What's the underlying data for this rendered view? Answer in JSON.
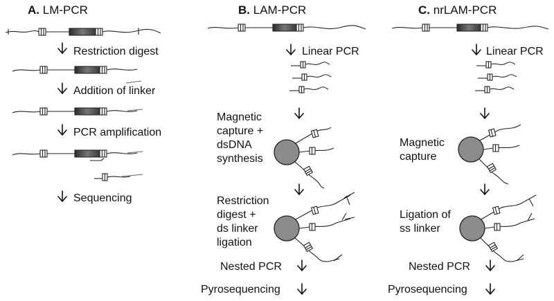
{
  "panels": [
    {
      "letter": "A.",
      "title": "LM-PCR",
      "steps": [
        "Restriction digest",
        "Addition of linker",
        "PCR amplification",
        "Sequencing"
      ]
    },
    {
      "letter": "B.",
      "title": "LAM-PCR",
      "steps": [
        "Linear PCR",
        "Magnetic\ncapture +\ndsDNA\nsynthesis",
        "Restriction\ndigest +\nds linker\nligation",
        "Nested PCR",
        "Pyrosequencing"
      ]
    },
    {
      "letter": "C.",
      "title": "nrLAM-PCR",
      "steps": [
        "Linear PCR",
        "Magnetic\ncapture",
        "Ligation of\nss linker",
        "Nested PCR",
        "Pyrosequencing"
      ]
    }
  ],
  "colors": {
    "bead": "#8c8c8c",
    "insert": "#555555",
    "line": "#222222",
    "linker": "#888888"
  }
}
